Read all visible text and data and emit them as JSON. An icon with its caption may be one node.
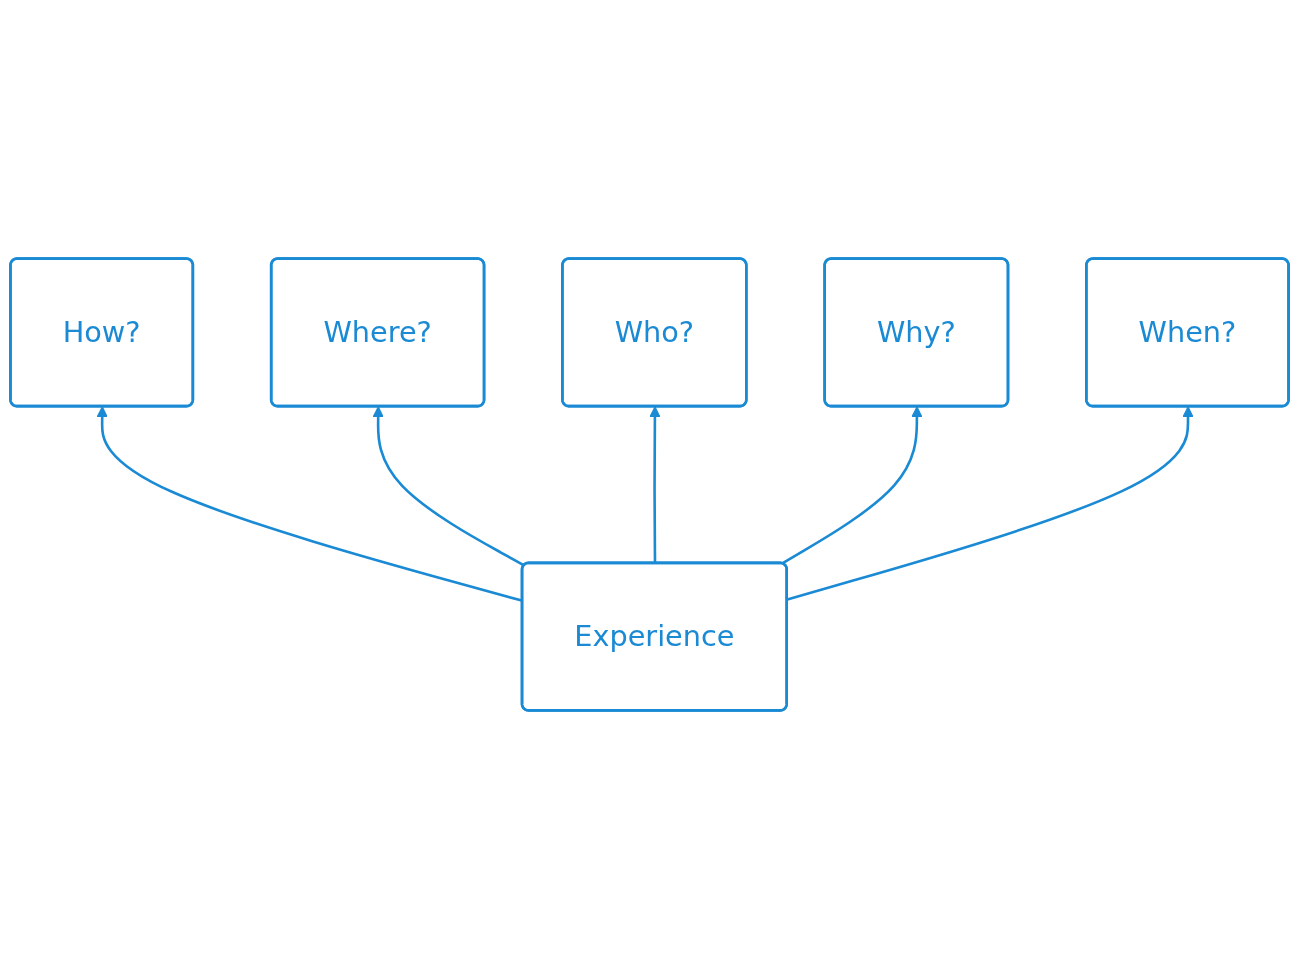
{
  "diagram": {
    "nodes": [
      {
        "text": [
          "Where?"
        ]
      },
      {
        "text": [
          "How?"
        ]
      },
      {
        "text": [
          "Who?"
        ]
      },
      {
        "text": [
          "Why?"
        ]
      },
      {
        "text": [
          "Experience"
        ]
      },
      {
        "text": [
          "When?"
        ]
      }
    ],
    "edges": [
      {
        "from": 4,
        "to": 1,
        "arrow": "to"
      },
      {
        "from": 4,
        "to": 0,
        "arrow": "to"
      },
      {
        "from": 4,
        "to": 2,
        "arrow": "to"
      },
      {
        "from": 4,
        "to": 3,
        "arrow": "to"
      },
      {
        "from": 4,
        "to": 5,
        "arrow": "to"
      }
    ]
  }
}
